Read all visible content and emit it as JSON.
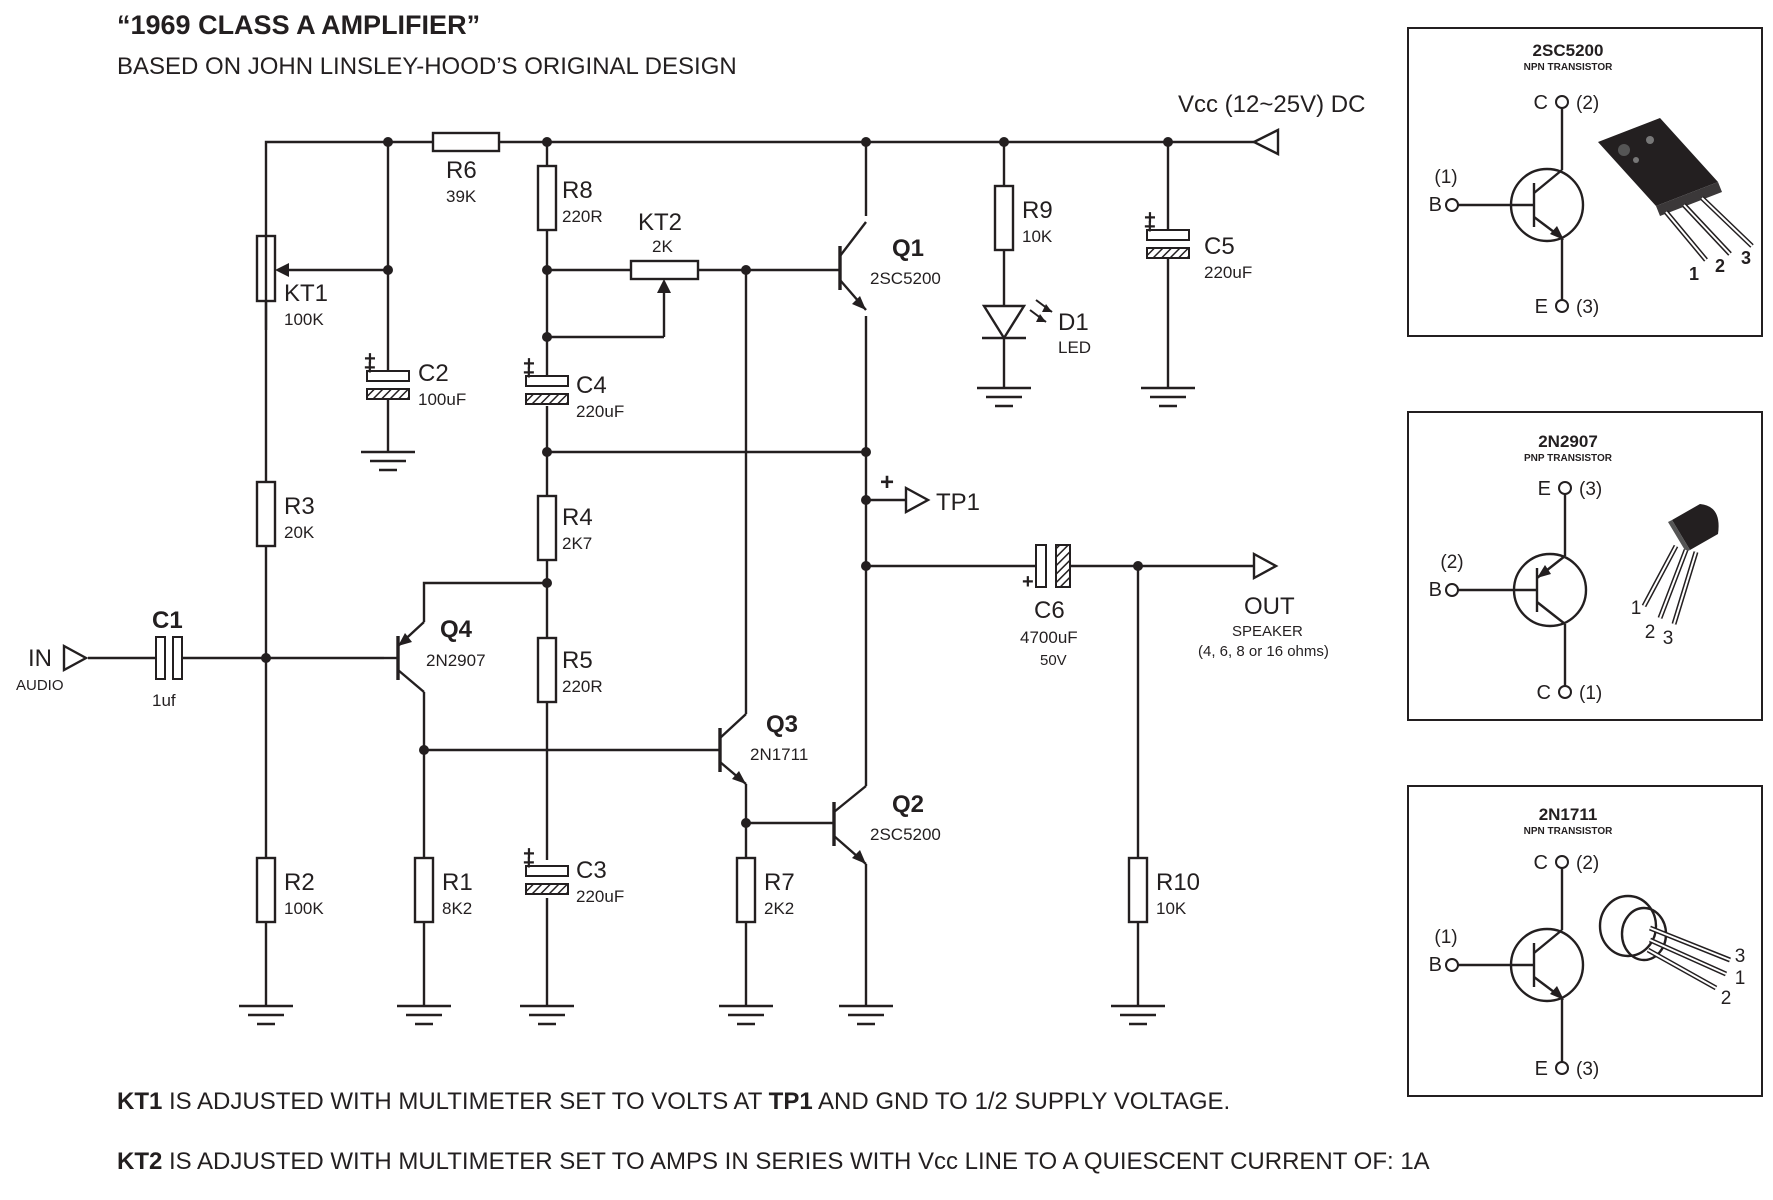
{
  "title": "“1969 CLASS A AMPLIFIER”",
  "subtitle": "BASED ON JOHN LINSLEY-HOOD’S ORIGINAL DESIGN",
  "supply": "Vcc (12~25V) DC",
  "input": {
    "label": "IN",
    "sub": "AUDIO"
  },
  "output": {
    "label": "OUT",
    "sub": "SPEAKER",
    "detail": "(4, 6, 8 or 16 ohms)"
  },
  "testpoint": {
    "label": "TP1",
    "polarity": "+"
  },
  "components": {
    "R1": {
      "name": "R1",
      "value": "8K2"
    },
    "R2": {
      "name": "R2",
      "value": "100K"
    },
    "R3": {
      "name": "R3",
      "value": "20K"
    },
    "R4": {
      "name": "R4",
      "value": "2K7"
    },
    "R5": {
      "name": "R5",
      "value": "220R"
    },
    "R6": {
      "name": "R6",
      "value": "39K"
    },
    "R7": {
      "name": "R7",
      "value": "2K2"
    },
    "R8": {
      "name": "R8",
      "value": "220R"
    },
    "R9": {
      "name": "R9",
      "value": "10K"
    },
    "R10": {
      "name": "R10",
      "value": "10K"
    },
    "KT1": {
      "name": "KT1",
      "value": "100K"
    },
    "KT2": {
      "name": "KT2",
      "value": "2K"
    },
    "C1": {
      "name": "C1",
      "value": "1uf"
    },
    "C2": {
      "name": "C2",
      "value": "100uF"
    },
    "C3": {
      "name": "C3",
      "value": "220uF"
    },
    "C4": {
      "name": "C4",
      "value": "220uF"
    },
    "C5": {
      "name": "C5",
      "value": "220uF"
    },
    "C6": {
      "name": "C6",
      "value": "4700uF",
      "rating": "50V"
    },
    "D1": {
      "name": "D1",
      "value": "LED"
    },
    "Q1": {
      "name": "Q1",
      "value": "2SC5200"
    },
    "Q2": {
      "name": "Q2",
      "value": "2SC5200"
    },
    "Q3": {
      "name": "Q3",
      "value": "2N1711"
    },
    "Q4": {
      "name": "Q4",
      "value": "2N2907"
    }
  },
  "cap_polarity": "+",
  "pinouts": [
    {
      "part": "2SC5200",
      "type": "NPN TRANSISTOR",
      "top": "C",
      "top_pin": "(2)",
      "base": "B",
      "base_pin": "(1)",
      "bottom": "E",
      "bottom_pin": "(3)",
      "pins": [
        "1",
        "2",
        "3"
      ]
    },
    {
      "part": "2N2907",
      "type": "PNP TRANSISTOR",
      "top": "E",
      "top_pin": "(3)",
      "base": "B",
      "base_pin": "(2)",
      "bottom": "C",
      "bottom_pin": "(1)",
      "pins": [
        "1",
        "2",
        "3"
      ]
    },
    {
      "part": "2N1711",
      "type": "NPN TRANSISTOR",
      "top": "C",
      "top_pin": "(2)",
      "base": "B",
      "base_pin": "(1)",
      "bottom": "E",
      "bottom_pin": "(3)",
      "pins": [
        "3",
        "1",
        "2"
      ]
    }
  ],
  "notes": [
    {
      "lead": "KT1",
      "a": " IS ADJUSTED WITH MULTIMETER SET TO VOLTS AT ",
      "tp": "TP1",
      "b": " AND GND TO 1/2 SUPPLY VOLTAGE."
    },
    {
      "lead": "KT2",
      "a": " IS ADJUSTED WITH MULTIMETER SET TO AMPS IN SERIES WITH Vcc LINE TO A QUIESCENT CURRENT OF:  1A"
    }
  ],
  "colors": {
    "ink": "#231f20",
    "background": "#ffffff"
  }
}
